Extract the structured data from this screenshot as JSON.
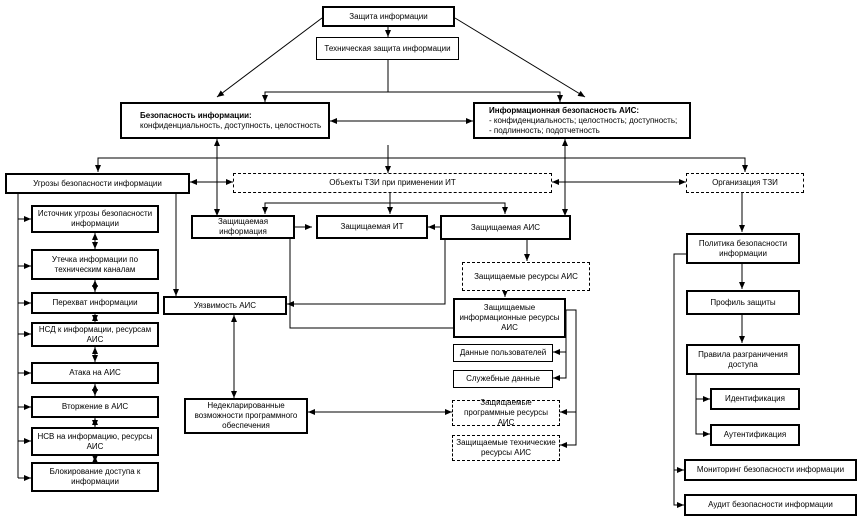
{
  "nodes": {
    "zi": "Защита информации",
    "tzi": "Техническая защита информации",
    "bi_title": "Безопасность информации:",
    "bi_sub": "конфиденциальность, доступность, целостность",
    "ib_title": "Информационная безопасность АИС:",
    "ib_items": [
      "- конфиденциальность; целостность; доступность;",
      "- подлинность; подотчетность"
    ],
    "ugrozy": "Угрозы безопасности информации",
    "objects": "Объекты ТЗИ при применении ИТ",
    "org": "Организация ТЗИ",
    "src": "Источник угрозы безопасности информации",
    "leak": "Утечка информации по техническим каналам",
    "intercept": "Перехват информации",
    "nsd": "НСД к информации, ресурсам АИС",
    "attack": "Атака на АИС",
    "intrusion": "Вторжение в АИС",
    "nsv": "НСВ на информацию, ресурсы АИС",
    "block": "Блокирование доступа к информации",
    "prot_info": "Защищаемая информация",
    "prot_it": "Защищаемая ИТ",
    "prot_ais": "Защищаемая АИС",
    "prot_res": "Защищаемые ресурсы АИС",
    "vuln": "Уязвимость АИС",
    "info_res": "Защищаемые информационные ресурсы АИС",
    "user_data": "Данные пользователей",
    "service_data": "Служебные данные",
    "undecl": "Недекларированные возможности программного обеспечения",
    "sw_res": "Защищаемые программные ресурсы АИС",
    "hw_res": "Защищаемые технические ресурсы АИС",
    "policy": "Политика безопасности информации",
    "profile": "Профиль защиты",
    "rules": "Правила разграничения доступа",
    "ident": "Идентификация",
    "auth": "Аутентификация",
    "monitor": "Мониторинг безопасности информации",
    "audit": "Аудит безопасности информации"
  }
}
